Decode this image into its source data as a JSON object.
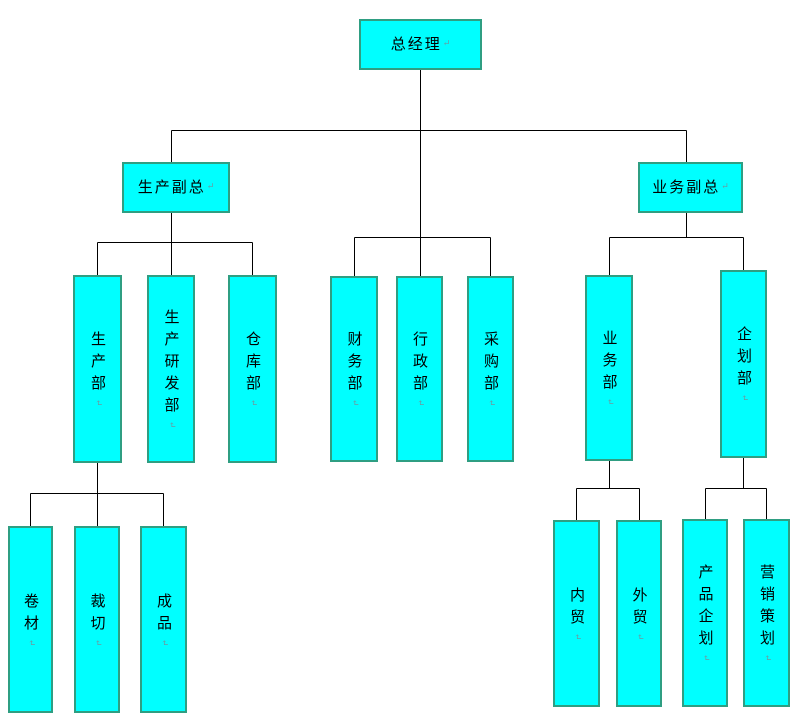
{
  "diagram": {
    "type": "org-chart",
    "title": "",
    "levels": 4
  },
  "colors": {
    "node_fill": "#00ffff",
    "node_border": "#2f9e82",
    "connector": "#000000",
    "paragraph_mark": "#6b9aa0",
    "background": "#ffffff",
    "text": "#000000"
  },
  "marks": {
    "paragraph": "↵"
  },
  "nodes": [
    {
      "id": "general-manager",
      "label": "总经理",
      "parent": null
    },
    {
      "id": "production-vp",
      "label": "生产副总",
      "parent": "general-manager"
    },
    {
      "id": "business-vp",
      "label": "业务副总",
      "parent": "general-manager"
    },
    {
      "id": "production-dept",
      "label": "生产部",
      "parent": "production-vp"
    },
    {
      "id": "production-rd-dept",
      "label": "生产研发部",
      "parent": "production-vp"
    },
    {
      "id": "warehouse-dept",
      "label": "仓库部",
      "parent": "production-vp"
    },
    {
      "id": "finance-dept",
      "label": "财务部",
      "parent": "general-manager"
    },
    {
      "id": "admin-dept",
      "label": "行政部",
      "parent": "general-manager"
    },
    {
      "id": "purchasing-dept",
      "label": "采购部",
      "parent": "general-manager"
    },
    {
      "id": "business-dept",
      "label": "业务部",
      "parent": "business-vp"
    },
    {
      "id": "planning-dept",
      "label": "企划部",
      "parent": "business-vp"
    },
    {
      "id": "coil-material",
      "label": "卷材",
      "parent": "production-dept"
    },
    {
      "id": "cutting",
      "label": "裁切",
      "parent": "production-dept"
    },
    {
      "id": "finished-goods",
      "label": "成品",
      "parent": "production-dept"
    },
    {
      "id": "domestic-trade",
      "label": "内贸",
      "parent": "business-dept"
    },
    {
      "id": "foreign-trade",
      "label": "外贸",
      "parent": "business-dept"
    },
    {
      "id": "product-planning",
      "label": "产品企划",
      "parent": "planning-dept"
    },
    {
      "id": "marketing-planning",
      "label": "营销策划",
      "parent": "planning-dept"
    }
  ]
}
